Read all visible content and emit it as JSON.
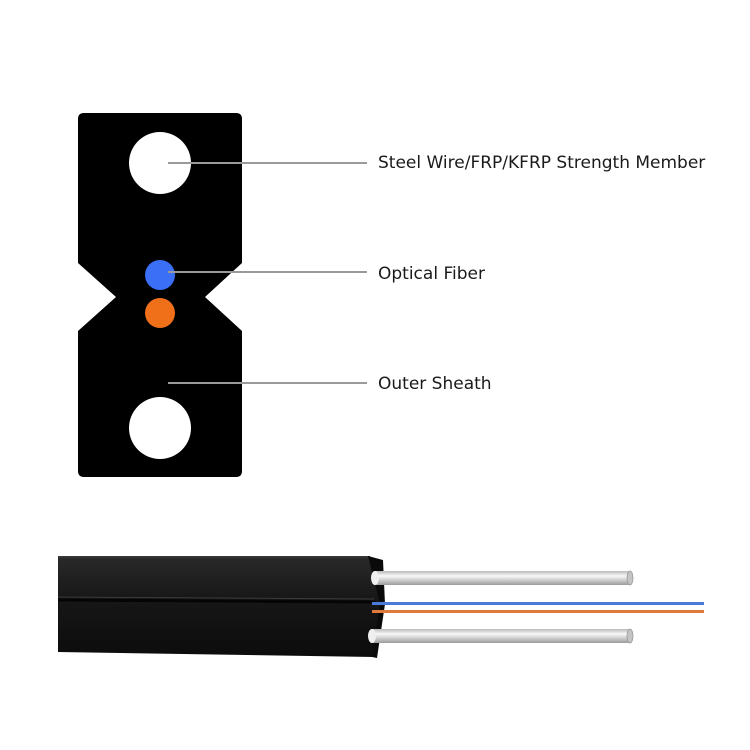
{
  "labels": {
    "strength_member": "Steel Wire/FRP/KFRP Strength Member",
    "optical_fiber": "Optical Fiber",
    "outer_sheath": "Outer Sheath"
  },
  "colors": {
    "sheath": "#000000",
    "strength_member": "#ffffff",
    "fiber_blue": "#3b6ff5",
    "fiber_orange": "#f0701a",
    "leader_line": "#9a9a9a",
    "cable_body": "#1c1c1c",
    "rod": "#e2e2e2"
  }
}
